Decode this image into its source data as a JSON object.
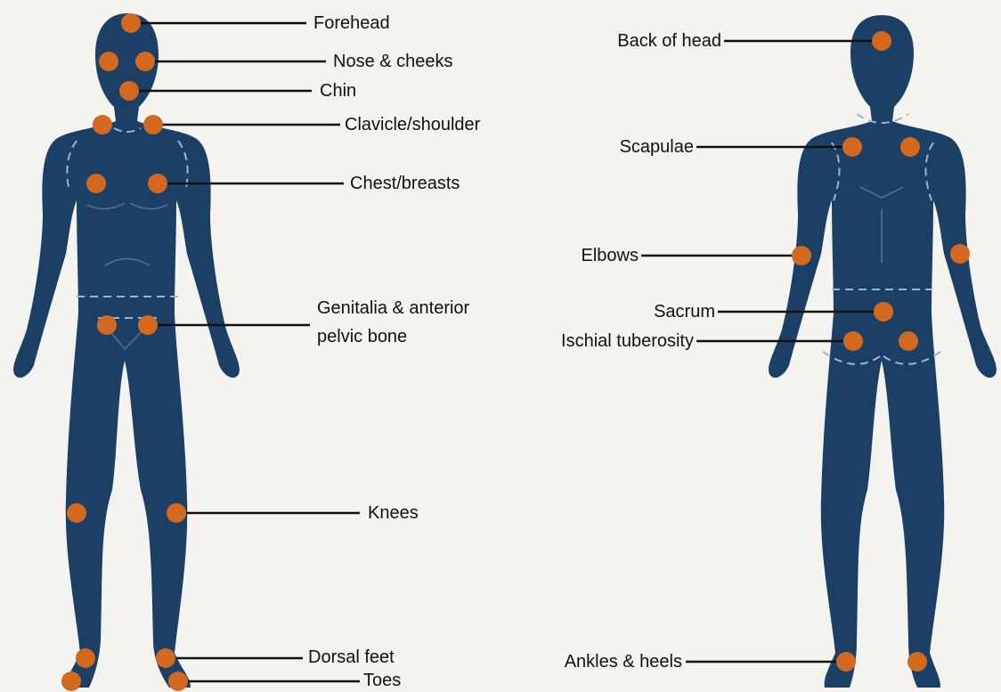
{
  "labels": {
    "forehead": "Forehead",
    "nose_cheeks": "Nose & cheeks",
    "chin": "Chin",
    "clavicle": "Clavicle/shoulder",
    "chest": "Chest/breasts",
    "genitalia_line1": "Genitalia & anterior",
    "genitalia_line2": "pelvic bone",
    "knees": "Knees",
    "dorsal_feet": "Dorsal feet",
    "toes": "Toes",
    "back_of_head": "Back of head",
    "scapulae": "Scapulae",
    "elbows": "Elbows",
    "sacrum": "Sacrum",
    "ischial": "Ischial tuberosity",
    "ankles_heels": "Ankles & heels"
  },
  "colors": {
    "background": "#f4f3ef",
    "body": "#1c3f66",
    "pressure_point": "#d2691e",
    "leader_line": "#111111"
  }
}
